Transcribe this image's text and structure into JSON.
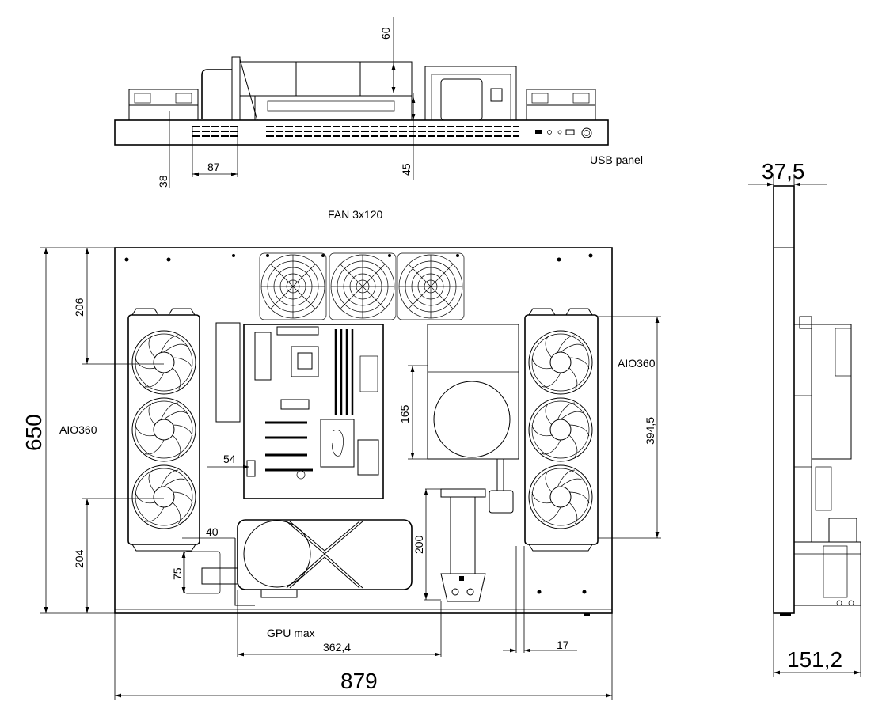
{
  "top_view": {
    "dim_60": "60",
    "dim_45": "45",
    "dim_38": "38",
    "dim_87": "87",
    "usb_label": "USB panel"
  },
  "front_view": {
    "fan_label": "FAN 3x120",
    "aio_left_label": "AIO360",
    "aio_right_label": "AIO360",
    "dim_650": "650",
    "dim_206": "206",
    "dim_204": "204",
    "dim_54": "54",
    "dim_40": "40",
    "dim_75": "75",
    "dim_165": "165",
    "dim_394_5": "394,5",
    "dim_200": "200",
    "gpu_label": "GPU max",
    "dim_362_4": "362,4",
    "dim_17": "17",
    "dim_879": "879"
  },
  "side_view": {
    "dim_37_5": "37,5",
    "dim_151_2": "151,2"
  }
}
